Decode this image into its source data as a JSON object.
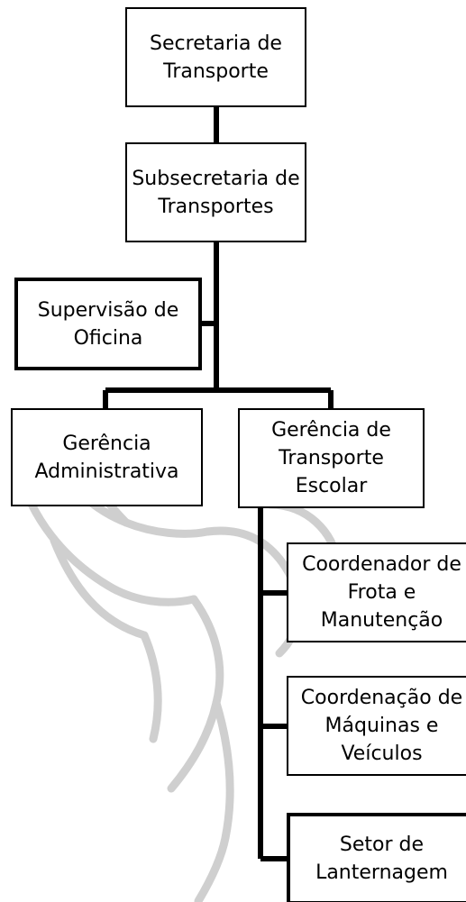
{
  "org_chart": {
    "nodes": {
      "secretaria": "Secretaria de\nTransporte",
      "subsecretaria": "Subsecretaria de\nTransportes",
      "supervisao": "Supervisão de\nOficina",
      "ger_admin": "Gerência\nAdministrativa",
      "ger_escolar": "Gerência de\nTransporte\nEscolar",
      "coord_frota": "Coordenador de\nFrota e\nManutenção",
      "coord_maquinas": "Coordenação de\nMáquinas e\nVeículos",
      "setor": "Setor de\nLanternagem"
    },
    "edges": [
      [
        "secretaria",
        "subsecretaria"
      ],
      [
        "subsecretaria",
        "supervisao"
      ],
      [
        "subsecretaria",
        "ger_admin"
      ],
      [
        "subsecretaria",
        "ger_escolar"
      ],
      [
        "ger_escolar",
        "coord_frota"
      ],
      [
        "ger_escolar",
        "coord_maquinas"
      ],
      [
        "ger_escolar",
        "setor"
      ]
    ],
    "colors": {
      "box_border": "#000000",
      "connector": "#000000",
      "watermark": "#cfcfcf"
    }
  }
}
